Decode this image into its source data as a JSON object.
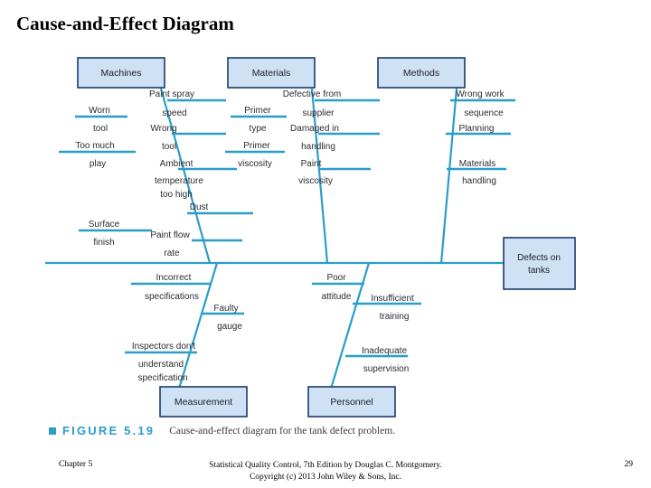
{
  "slide": {
    "title": "Cause-and-Effect Diagram"
  },
  "figure": {
    "bullet_icon": "square-bullet-icon",
    "number": "FIGURE 5.19",
    "caption": "Cause-and-effect diagram for the tank defect problem."
  },
  "footer": {
    "chapter": "Chapter 5",
    "source_line1": "Statistical Quality Control, 7th Edition by Douglas C. Montgomery.",
    "source_line2": "Copyright (c) 2013  John Wiley & Sons, Inc.",
    "page": "29"
  },
  "colors": {
    "line": "#2a9ec9",
    "box_fill": "#cfe1f5",
    "box_border": "#1a3a6b",
    "accent": "#2a9ec9",
    "text": "#1b1b2b"
  },
  "diagram": {
    "type": "fishbone",
    "effect": {
      "label_line1": "Defects on",
      "label_line2": "tanks"
    },
    "categories": [
      {
        "name": "Machines",
        "position": "top",
        "causes": [
          {
            "line1": "Paint spray",
            "line2": "speed",
            "side": "right"
          },
          {
            "line1": "Worn",
            "line2": "tool",
            "side": "left"
          },
          {
            "line1": "Wrong",
            "line2": "tool",
            "side": "right"
          },
          {
            "line1": "Too much",
            "line2": "play",
            "side": "left"
          },
          {
            "line1": "Ambient",
            "line2": "temperature",
            "line3": "too high",
            "side": "right"
          },
          {
            "line1": "Dust",
            "line2": "",
            "side": "right"
          },
          {
            "line1": "Surface",
            "line2": "finish",
            "side": "left"
          },
          {
            "line1": "Paint flow",
            "line2": "rate",
            "side": "right"
          }
        ]
      },
      {
        "name": "Materials",
        "position": "top",
        "causes": [
          {
            "line1": "Defective from",
            "line2": "supplier",
            "side": "right"
          },
          {
            "line1": "Primer",
            "line2": "type",
            "side": "left"
          },
          {
            "line1": "Damaged in",
            "line2": "handling",
            "side": "right"
          },
          {
            "line1": "Primer",
            "line2": "viscosity",
            "side": "left"
          },
          {
            "line1": "Paint",
            "line2": "viscosity",
            "side": "right"
          }
        ]
      },
      {
        "name": "Methods",
        "position": "top",
        "causes": [
          {
            "line1": "Wrong work",
            "line2": "sequence",
            "side": "right"
          },
          {
            "line1": "Planning",
            "line2": "",
            "side": "right"
          },
          {
            "line1": "Materials",
            "line2": "handling",
            "side": "right"
          }
        ]
      },
      {
        "name": "Measurement",
        "position": "bottom",
        "causes": [
          {
            "line1": "Incorrect",
            "line2": "specifications",
            "side": "left"
          },
          {
            "line1": "Faulty",
            "line2": "gauge",
            "side": "right"
          },
          {
            "line1": "Inspectors don't",
            "line2": "understand",
            "line3": "specification",
            "side": "left"
          }
        ]
      },
      {
        "name": "Personnel",
        "position": "bottom",
        "causes": [
          {
            "line1": "Poor",
            "line2": "attitude",
            "side": "left"
          },
          {
            "line1": "Insufficient",
            "line2": "training",
            "side": "right"
          },
          {
            "line1": "Inadequate",
            "line2": "supervision",
            "side": "right"
          }
        ]
      }
    ]
  }
}
